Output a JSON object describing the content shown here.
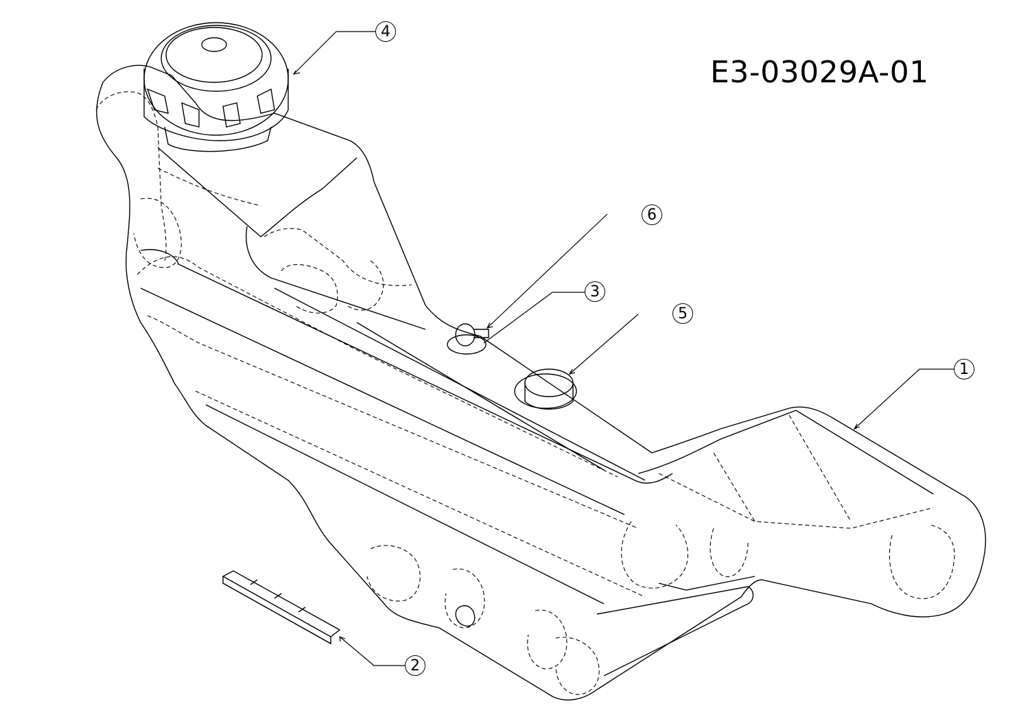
{
  "drawing_code": "E3-03029A-01",
  "callouts": [
    {
      "id": "callout-1",
      "label": "1"
    },
    {
      "id": "callout-2",
      "label": "2"
    },
    {
      "id": "callout-3",
      "label": "3"
    },
    {
      "id": "callout-4",
      "label": "4"
    },
    {
      "id": "callout-5",
      "label": "5"
    },
    {
      "id": "callout-6",
      "label": "6"
    }
  ]
}
